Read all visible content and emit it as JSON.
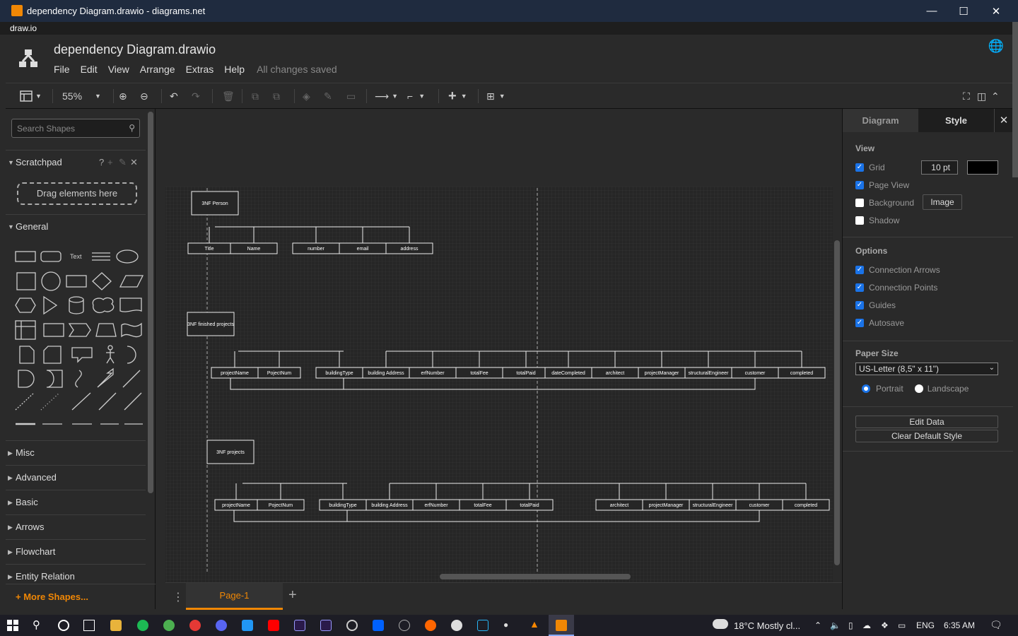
{
  "window": {
    "title": "dependency Diagram.drawio - diagrams.net",
    "min": "—",
    "max": "☐",
    "close": "✕"
  },
  "app_bar": {
    "label": "draw.io"
  },
  "header": {
    "title": "dependency Diagram.drawio",
    "menu": [
      "File",
      "Edit",
      "View",
      "Arrange",
      "Extras",
      "Help"
    ],
    "status": "All changes saved"
  },
  "toolbar": {
    "zoom": "55%"
  },
  "sidebar": {
    "search_placeholder": "Search Shapes",
    "scratchpad": "Scratchpad",
    "scratchpad_help": "?",
    "drag_text": "Drag elements here",
    "general": "General",
    "shape_text": "Text",
    "sections": [
      "Misc",
      "Advanced",
      "Basic",
      "Arrows",
      "Flowchart",
      "Entity Relation"
    ],
    "more_shapes": "+ More Shapes..."
  },
  "diagram": {
    "person": {
      "title": "3NF Person",
      "fields": [
        "Title",
        "Name",
        "number",
        "email",
        "address"
      ]
    },
    "finished": {
      "title": "3NF finished projects",
      "fields": [
        "projectName",
        "PojectNum",
        "buildingType",
        "building Address",
        "erfNumber",
        "totalFee",
        "totalPaid",
        "dateCompleted",
        "architect",
        "projectManager",
        "structuralEngineer",
        "customer",
        "completed"
      ]
    },
    "projects": {
      "title": "3NF projects",
      "fields_left": [
        "projectName",
        "PojectNum",
        "buildingType",
        "building Address",
        "erfNumber",
        "totalFee",
        "totalPaid"
      ],
      "fields_right": [
        "architect",
        "projectManager",
        "structuralEngineer",
        "customer",
        "completed"
      ]
    }
  },
  "page_tab": {
    "label": "Page-1",
    "add": "+",
    "menu": "⋮"
  },
  "format_panel": {
    "tabs": [
      "Diagram",
      "Style"
    ],
    "view_title": "View",
    "grid": "Grid",
    "grid_size": "10 pt",
    "page_view": "Page View",
    "background": "Background",
    "image_btn": "Image",
    "shadow": "Shadow",
    "options_title": "Options",
    "options": [
      "Connection Arrows",
      "Connection Points",
      "Guides",
      "Autosave"
    ],
    "paper_title": "Paper Size",
    "paper_value": "US-Letter (8,5\" x 11\")",
    "portrait": "Portrait",
    "landscape": "Landscape",
    "edit_data": "Edit Data",
    "clear_style": "Clear Default Style"
  },
  "taskbar": {
    "weather": "18°C  Mostly cl...",
    "lang": "ENG",
    "time": "6:35 AM"
  },
  "colors": {
    "accent": "#f08705",
    "titlebar": "#1f2b3f",
    "check": "#1a73e8"
  }
}
